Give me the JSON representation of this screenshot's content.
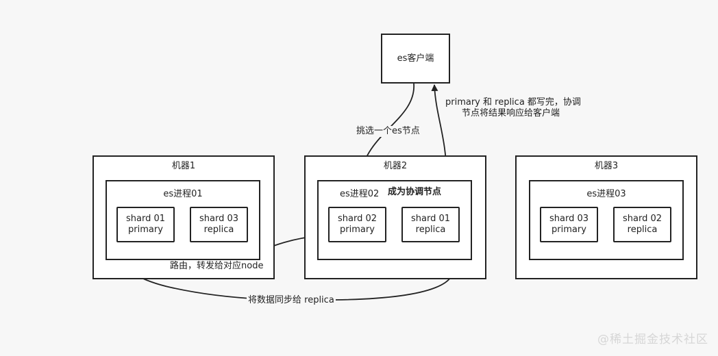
{
  "client": {
    "label": "es客户端"
  },
  "machines": [
    {
      "title": "机器1",
      "process": "es进程01",
      "shards": [
        {
          "name": "shard 01",
          "role": "primary"
        },
        {
          "name": "shard 03",
          "role": "replica"
        }
      ]
    },
    {
      "title": "机器2",
      "process": "es进程02",
      "coordinator_label": "成为协调节点",
      "shards": [
        {
          "name": "shard 02",
          "role": "primary"
        },
        {
          "name": "shard 01",
          "role": "replica"
        }
      ]
    },
    {
      "title": "机器3",
      "process": "es进程03",
      "shards": [
        {
          "name": "shard 03",
          "role": "primary"
        },
        {
          "name": "shard 02",
          "role": "replica"
        }
      ]
    }
  ],
  "annotations": {
    "select_node": "挑选一个es节点",
    "response_line1": "primary 和 replica 都写完，协调",
    "response_line2": "节点将结果响应给客户端",
    "route": "路由，转发给对应node",
    "sync": "将数据同步给 replica"
  },
  "watermark": "@稀土掘金技术社区"
}
